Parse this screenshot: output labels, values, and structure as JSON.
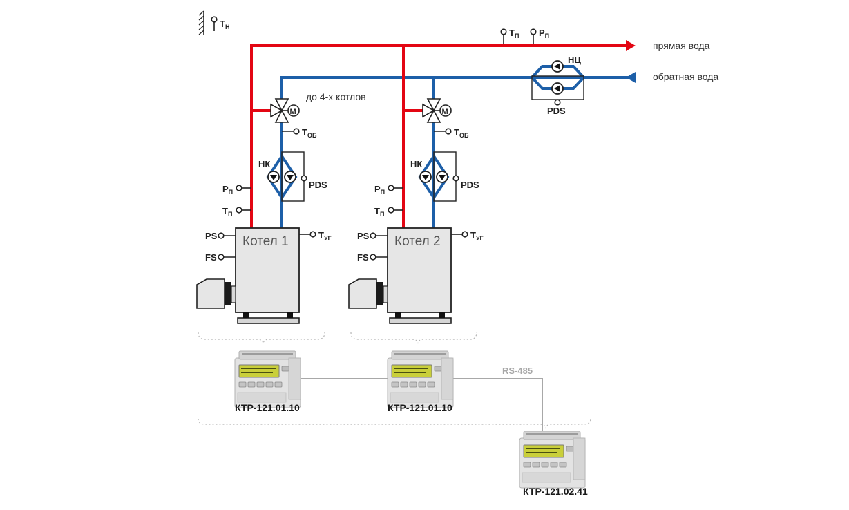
{
  "labels": {
    "outdoor_temp": "Т",
    "outdoor_temp_sub": "Н",
    "supply_temp": "Т",
    "supply_temp_sub": "П",
    "supply_press": "Р",
    "supply_press_sub": "П",
    "return_temp": "Т",
    "return_temp_sub": "ОБ",
    "flue_temp": "Т",
    "flue_temp_sub": "УГ",
    "ps": "PS",
    "fs": "FS",
    "pds": "PDS",
    "boiler_pump": "НК",
    "network_pump": "НЦ",
    "motor": "М",
    "supply_water": "прямая вода",
    "return_water": "обратная вода",
    "up_to_4": "до 4-х котлов",
    "rs485": "RS-485"
  },
  "boilers": [
    {
      "name": "Котел 1"
    },
    {
      "name": "Котел 2"
    }
  ],
  "devices": [
    {
      "name": "КТР-121.01.10"
    },
    {
      "name": "КТР-121.01.10"
    },
    {
      "name": "КТР-121.02.41"
    }
  ],
  "colors": {
    "supply_pipe": "#e30613",
    "return_pipe": "#1d5fa8",
    "rs485_line": "#a8a8a8"
  }
}
